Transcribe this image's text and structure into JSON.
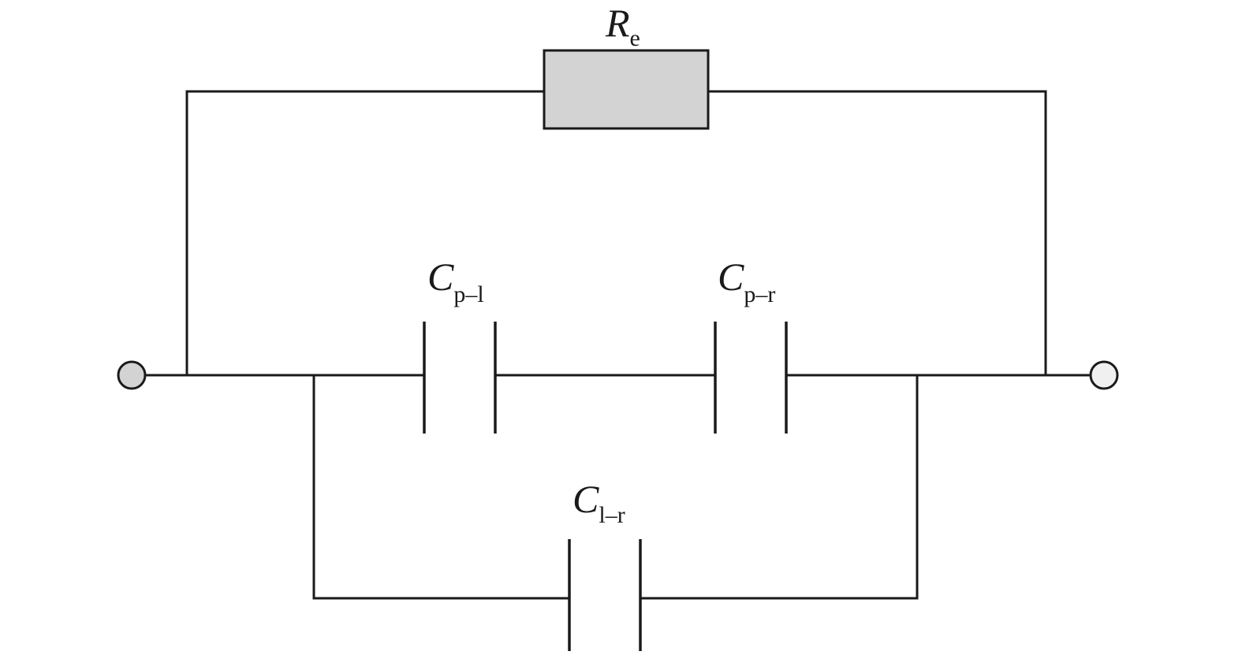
{
  "components": {
    "resistor": {
      "symbol": "R",
      "subscript": "e",
      "fill": "#d3d3d3"
    },
    "cap_pl": {
      "symbol": "C",
      "subscript": "p–l"
    },
    "cap_pr": {
      "symbol": "C",
      "subscript": "p–r"
    },
    "cap_lr": {
      "symbol": "C",
      "subscript": "l–r"
    }
  },
  "terminals": {
    "left": {
      "fill": "#d3d3d3"
    },
    "right": {
      "fill": "#f0f0f0"
    }
  },
  "colors": {
    "line": "#1a1a1a",
    "background": "#ffffff"
  }
}
